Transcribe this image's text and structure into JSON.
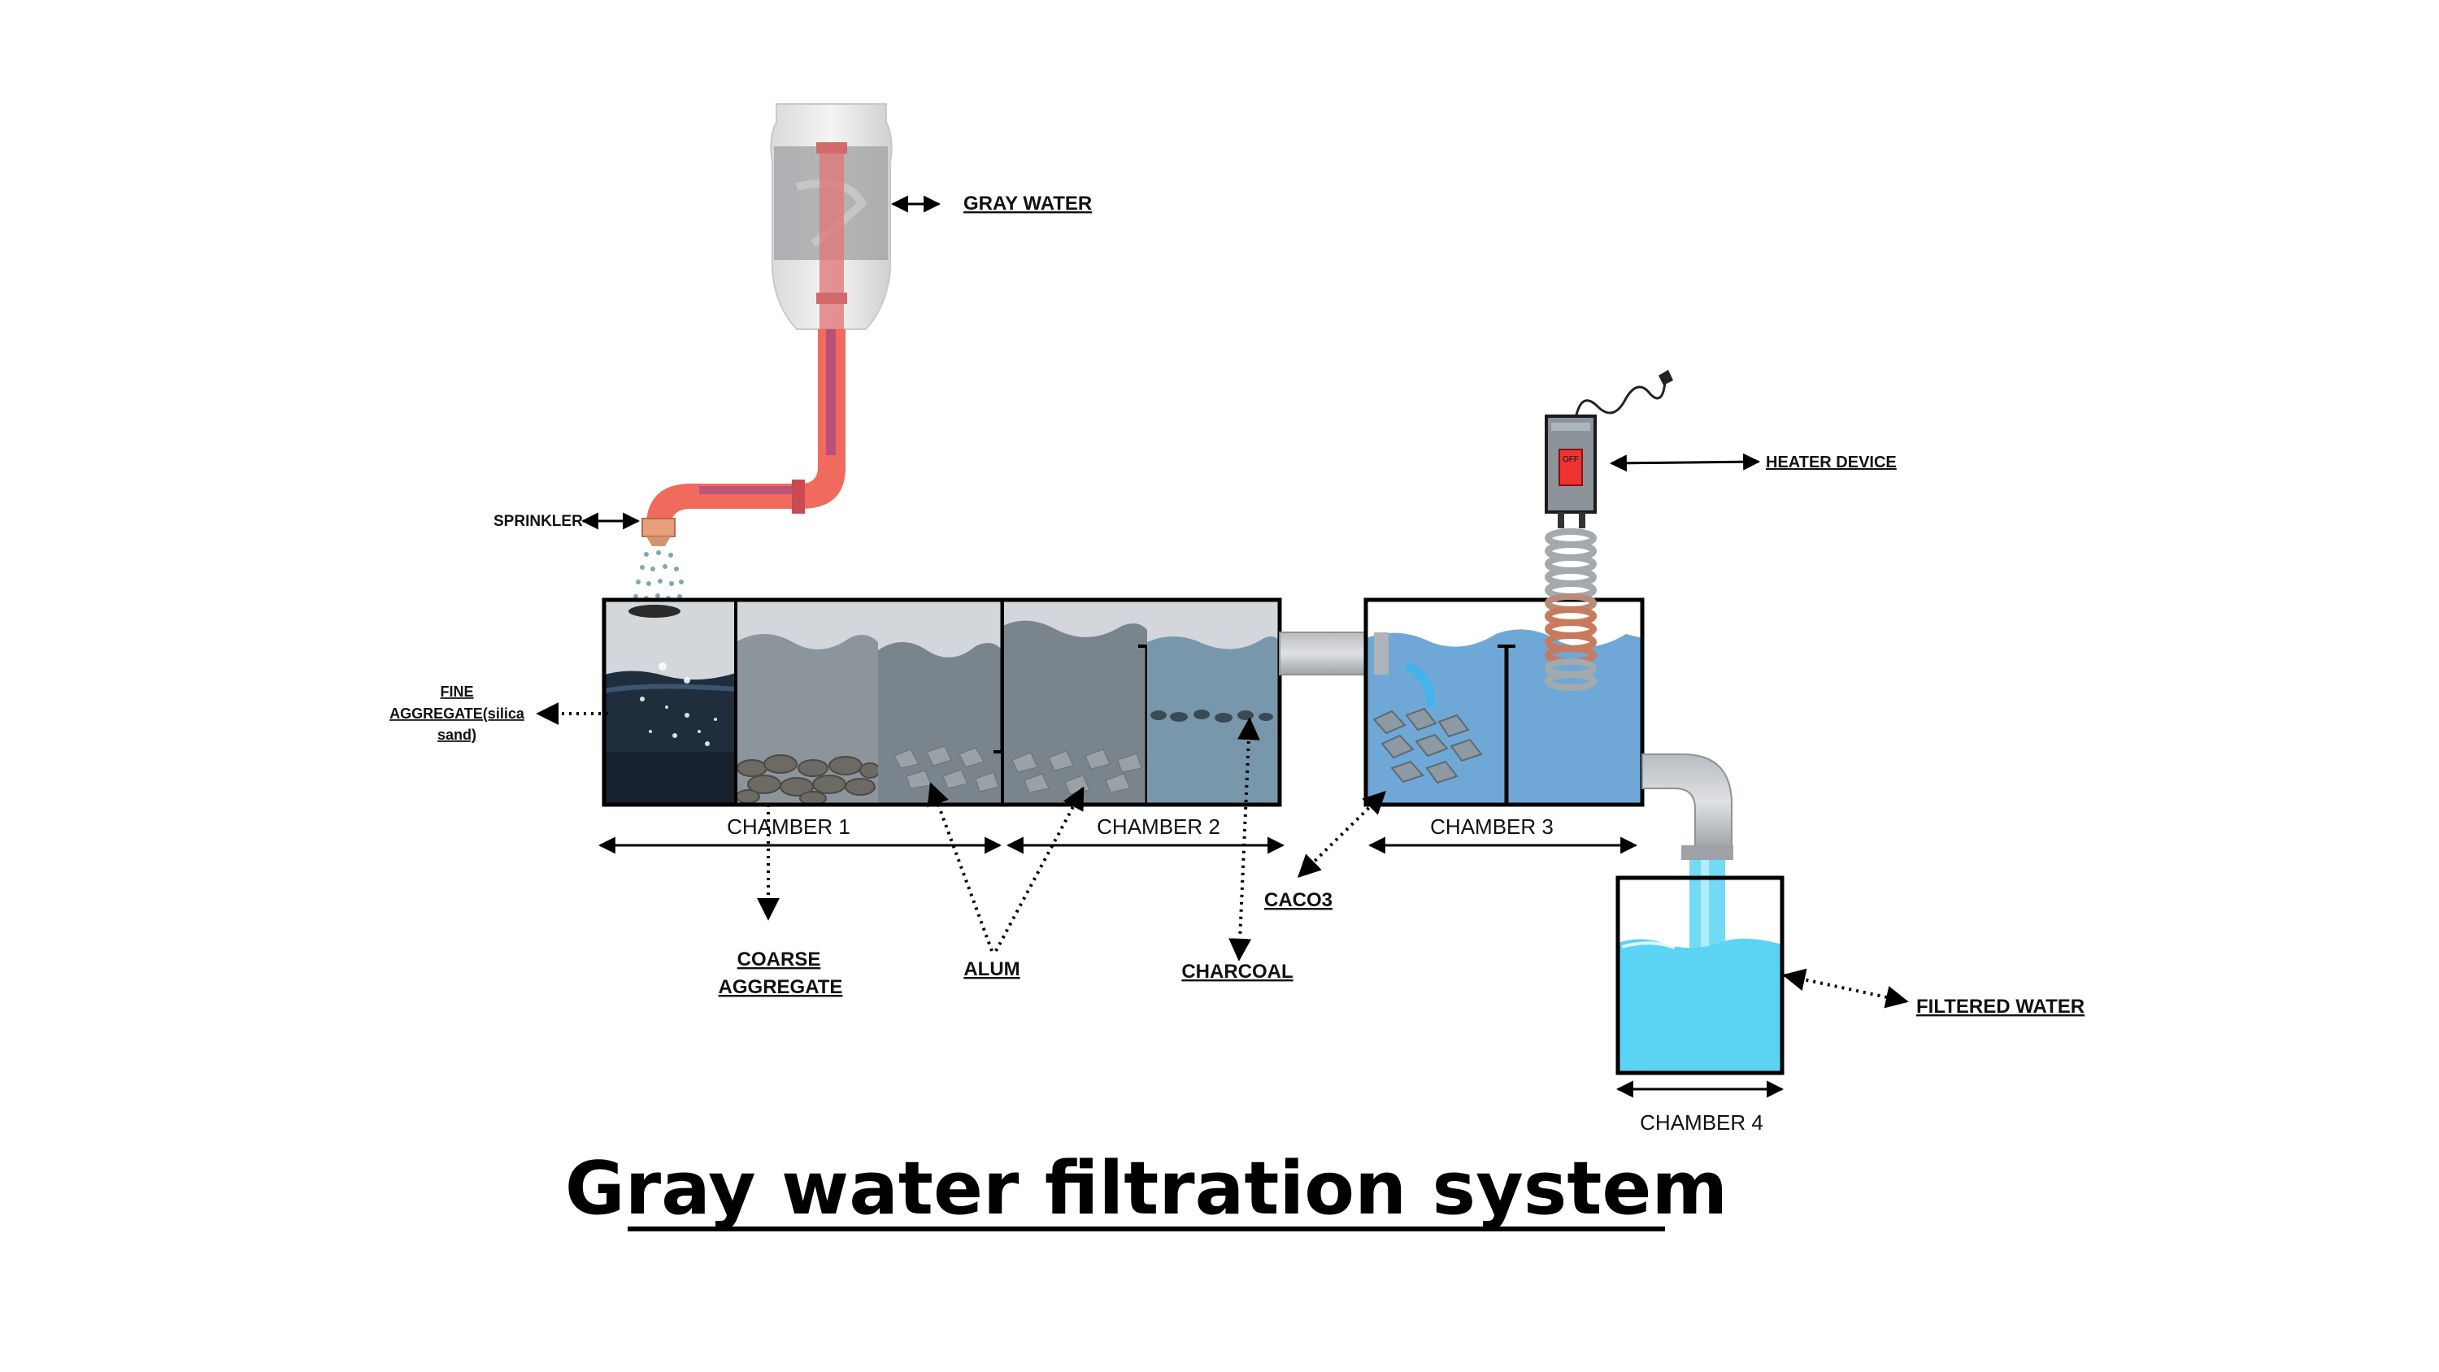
{
  "title": "Gray water filtration system",
  "labels": {
    "gray_water": "GRAY WATER",
    "sprinkler": "SPRINKLER",
    "fine_aggregate_line1": "FINE",
    "fine_aggregate_line2": "AGGREGATE(silica",
    "fine_aggregate_line3": "sand)",
    "coarse_line1": "COARSE",
    "coarse_line2": "AGGREGATE",
    "alum": "ALUM",
    "charcoal": "CHARCOAL",
    "caco3": "CACO3",
    "heater_device": "HEATER DEVICE",
    "filtered_water": "FILTERED WATER",
    "chamber1": "CHAMBER 1",
    "chamber2": "CHAMBER 2",
    "chamber3": "CHAMBER 3",
    "chamber4": "CHAMBER 4",
    "switch_text": "OFF"
  },
  "colors": {
    "pipe": "#f06a5e",
    "pipe_dark": "#8a3d8f",
    "fine_sand": "#1f2d3d",
    "gray_water": "#8a9199",
    "tank_water": "#6fa8d6",
    "filtered_water": "#5bd3f5",
    "heater_box": "#8c939a"
  }
}
